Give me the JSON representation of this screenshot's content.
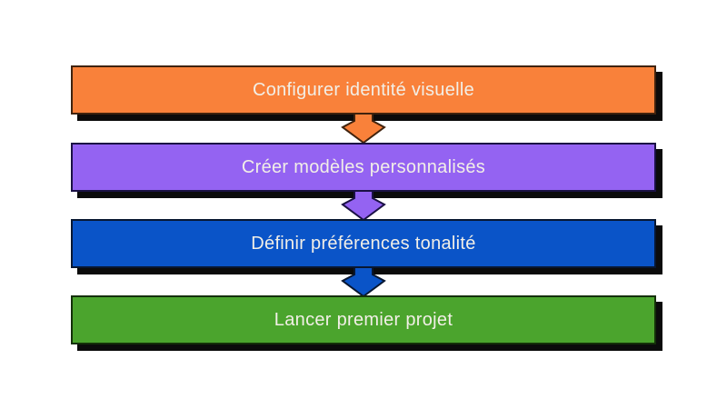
{
  "diagram": {
    "background": "#ffffff",
    "shadow_color": "#0b0b0b",
    "text_color": "#f2efe7",
    "steps": [
      {
        "label": "Configurer identité visuelle",
        "fill": "#f9813a",
        "border": "#40230e",
        "arrow_to_next": true
      },
      {
        "label": "Créer modèles personnalisés",
        "fill": "#9463f2",
        "border": "#1b1145",
        "arrow_to_next": true
      },
      {
        "label": "Définir préférences tonalité",
        "fill": "#0a54c8",
        "border": "#081731",
        "arrow_to_next": true
      },
      {
        "label": "Lancer premier projet",
        "fill": "#4ba42d",
        "border": "#143009",
        "arrow_to_next": false
      }
    ]
  }
}
